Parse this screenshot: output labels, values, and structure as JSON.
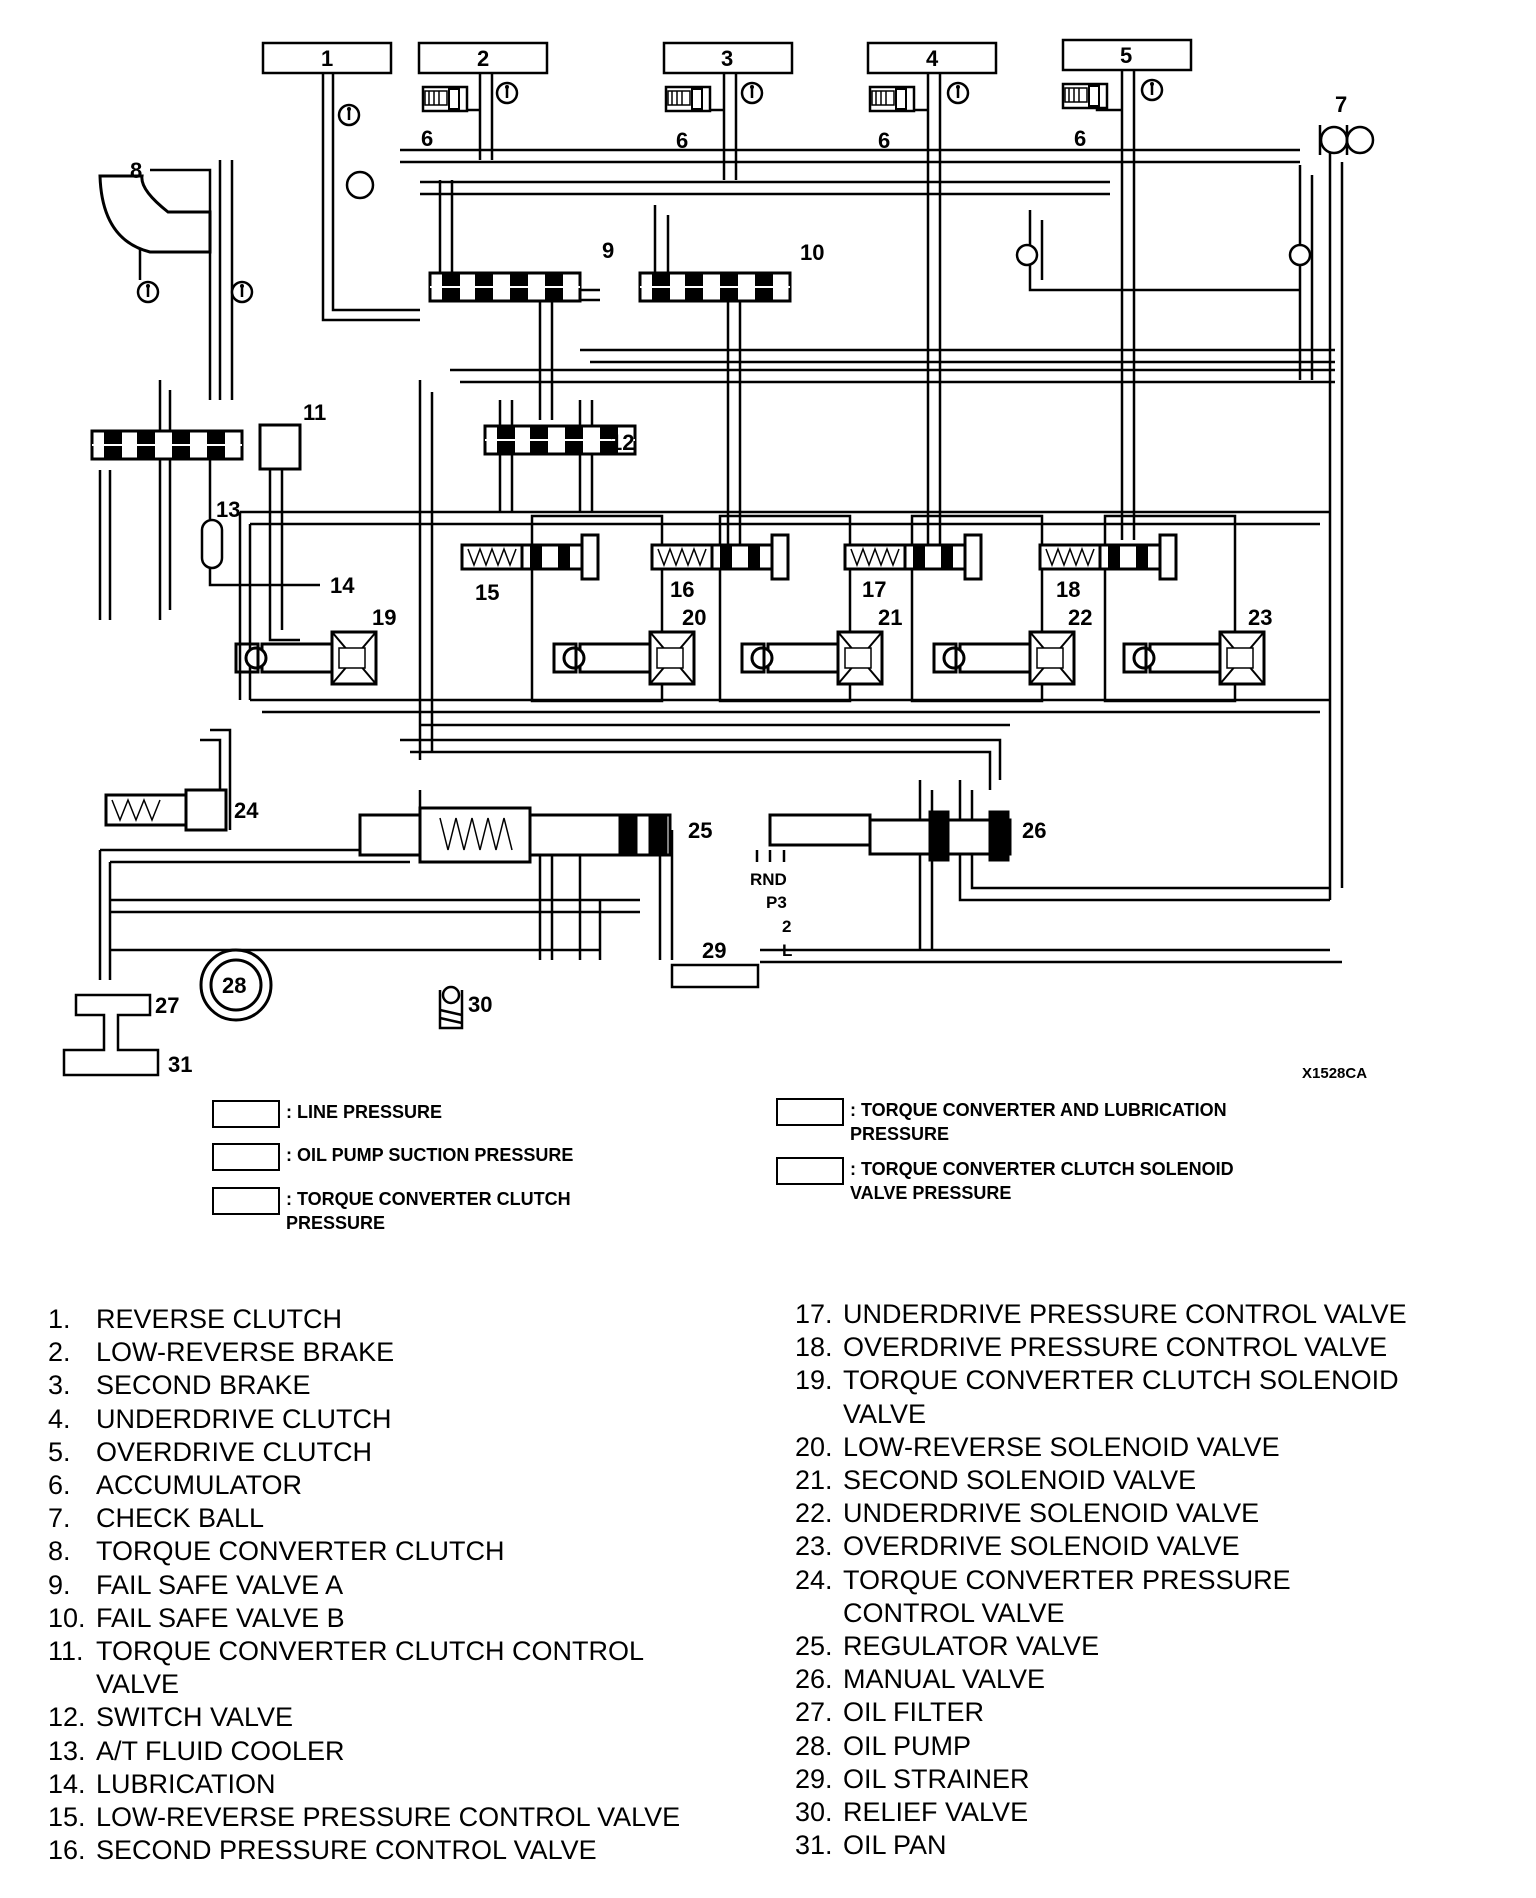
{
  "callouts": {
    "c1": "1",
    "c2": "2",
    "c3": "3",
    "c4": "4",
    "c5": "5",
    "c6a": "6",
    "c6b": "6",
    "c6c": "6",
    "c6d": "6",
    "c7": "7",
    "c8": "8",
    "c9": "9",
    "c10": "10",
    "c11": "11",
    "c12": "12",
    "c13": "13",
    "c14": "14",
    "c15": "15",
    "c16": "16",
    "c17": "17",
    "c18": "18",
    "c19": "19",
    "c20": "20",
    "c21": "21",
    "c22": "22",
    "c23": "23",
    "c24": "24",
    "c25": "25",
    "c26": "26",
    "c27": "27",
    "c28": "28",
    "c29": "29",
    "c30": "30",
    "c31": "31"
  },
  "manual_positions": {
    "rnd": "RND",
    "p3": "P3",
    "two": "2",
    "low": "L"
  },
  "figure_id": "X1528CA",
  "legend": [
    {
      "text": ": LINE PRESSURE"
    },
    {
      "text": ": OIL PUMP SUCTION PRESSURE"
    },
    {
      "text": ": TORQUE CONVERTER CLUTCH\n  PRESSURE"
    },
    {
      "text": ": TORQUE CONVERTER AND LUBRICATION\n  PRESSURE"
    },
    {
      "text": ": TORQUE CONVERTER CLUTCH SOLENOID\n  VALVE PRESSURE"
    }
  ],
  "parts_left": [
    {
      "num": "1.",
      "text": "REVERSE CLUTCH"
    },
    {
      "num": "2.",
      "text": "LOW-REVERSE BRAKE"
    },
    {
      "num": "3.",
      "text": "SECOND BRAKE"
    },
    {
      "num": "4.",
      "text": "UNDERDRIVE CLUTCH"
    },
    {
      "num": "5.",
      "text": "OVERDRIVE CLUTCH"
    },
    {
      "num": "6.",
      "text": "ACCUMULATOR"
    },
    {
      "num": "7.",
      "text": "CHECK BALL"
    },
    {
      "num": "8.",
      "text": "TORQUE CONVERTER CLUTCH"
    },
    {
      "num": "9.",
      "text": "FAIL SAFE VALVE A"
    },
    {
      "num": "10.",
      "text": "FAIL SAFE VALVE B"
    },
    {
      "num": "11.",
      "text": "TORQUE CONVERTER CLUTCH CONTROL\nVALVE"
    },
    {
      "num": "12.",
      "text": "SWITCH VALVE"
    },
    {
      "num": "13.",
      "text": "A/T FLUID COOLER"
    },
    {
      "num": "14.",
      "text": "LUBRICATION"
    },
    {
      "num": "15.",
      "text": "LOW-REVERSE PRESSURE CONTROL VALVE"
    },
    {
      "num": "16.",
      "text": "SECOND PRESSURE CONTROL VALVE"
    }
  ],
  "parts_right": [
    {
      "num": "17.",
      "text": "UNDERDRIVE PRESSURE CONTROL VALVE"
    },
    {
      "num": "18.",
      "text": "OVERDRIVE PRESSURE CONTROL VALVE"
    },
    {
      "num": "19.",
      "text": "TORQUE CONVERTER CLUTCH SOLENOID\nVALVE"
    },
    {
      "num": "20.",
      "text": "LOW-REVERSE SOLENOID VALVE"
    },
    {
      "num": "21.",
      "text": "SECOND SOLENOID VALVE"
    },
    {
      "num": "22.",
      "text": "UNDERDRIVE SOLENOID VALVE"
    },
    {
      "num": "23.",
      "text": "OVERDRIVE SOLENOID VALVE"
    },
    {
      "num": "24.",
      "text": "TORQUE CONVERTER PRESSURE\nCONTROL VALVE"
    },
    {
      "num": "25.",
      "text": "REGULATOR VALVE"
    },
    {
      "num": "26.",
      "text": "MANUAL VALVE"
    },
    {
      "num": "27.",
      "text": "OIL FILTER"
    },
    {
      "num": "28.",
      "text": "OIL PUMP"
    },
    {
      "num": "29.",
      "text": "OIL STRAINER"
    },
    {
      "num": "30.",
      "text": "RELIEF VALVE"
    },
    {
      "num": "31.",
      "text": "OIL PAN"
    }
  ]
}
